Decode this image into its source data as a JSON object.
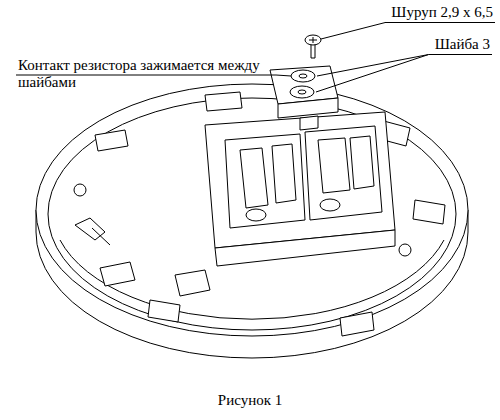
{
  "diagram": {
    "caption": "Рисунок 1",
    "labels": [
      "Шуруп 2,9 х 6,5",
      "Шайба 3",
      "Контакт резистора зажимается между шайбами"
    ]
  }
}
